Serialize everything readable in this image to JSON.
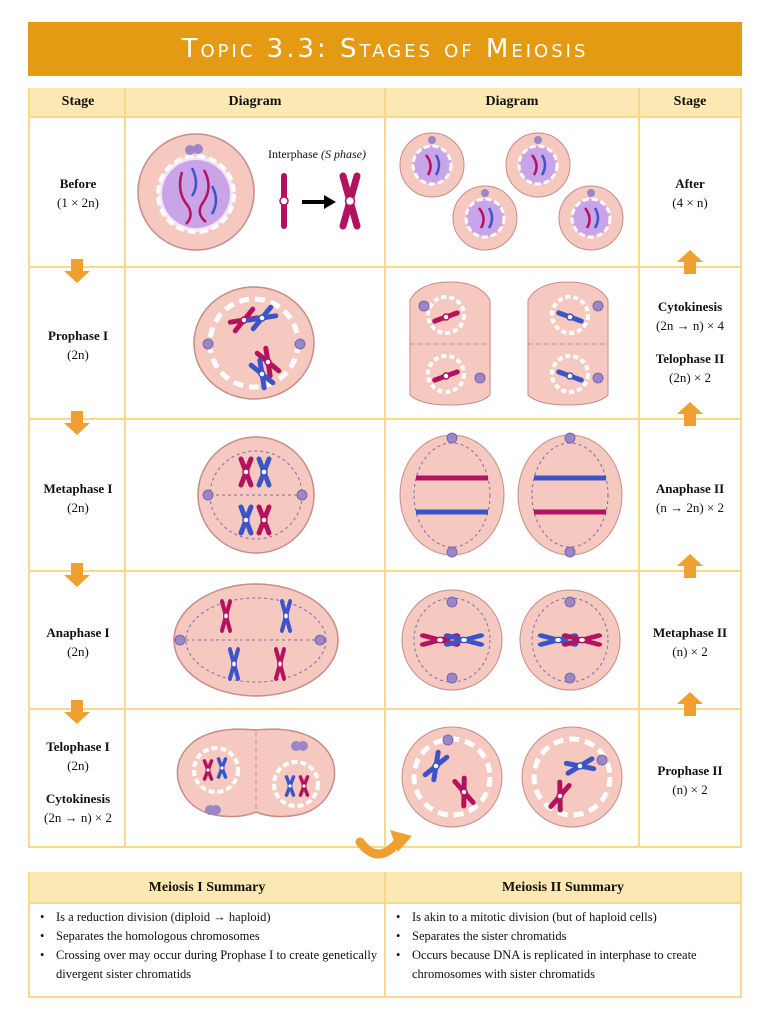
{
  "title": "Topic 3.3:  Stages of Meiosis",
  "headers": {
    "stage_left": "Stage",
    "diagram_left": "Diagram",
    "diagram_right": "Diagram",
    "stage_right": "Stage"
  },
  "interphase_label": "Interphase",
  "interphase_sub": "(S phase)",
  "left_stages": [
    {
      "name": "Before",
      "ploidy": "(1 × 2n)"
    },
    {
      "name": "Prophase I",
      "ploidy": "(2n)"
    },
    {
      "name": "Metaphase I",
      "ploidy": "(2n)"
    },
    {
      "name": "Anaphase I",
      "ploidy": "(2n)"
    },
    {
      "name": "Telophase I",
      "ploidy": "(2n)",
      "name2": "Cytokinesis",
      "ploidy2": "(2n → n) × 2"
    }
  ],
  "right_stages": [
    {
      "name": "After",
      "ploidy": "(4 × n)"
    },
    {
      "name": "Cytokinesis",
      "ploidy": "(2n → n) × 4",
      "name2": "Telophase II",
      "ploidy2": "(2n) × 2"
    },
    {
      "name": "Anaphase II",
      "ploidy": "(n → 2n) × 2"
    },
    {
      "name": "Metaphase II",
      "ploidy": "(n) × 2"
    },
    {
      "name": "Prophase II",
      "ploidy": "(n) × 2"
    }
  ],
  "summary": {
    "meiosis1_title": "Meiosis I Summary",
    "meiosis1_items": [
      "Is a reduction division (diploid → haploid)",
      "Separates the homologous chromosomes",
      "Crossing over may occur during Prophase I to create genetically divergent sister chromatids"
    ],
    "meiosis2_title": "Meiosis II Summary",
    "meiosis2_items": [
      "Is akin to a mitotic division (but of haploid cells)",
      "Separates the sister chromatids",
      "Occurs because DNA is replicated in interphase to create chromosomes with sister chromatids"
    ]
  },
  "colors": {
    "orange": "#E59A14",
    "cream": "#FCE8B2",
    "border": "#F6D98A",
    "cell_fill": "#F6C9C0",
    "cell_stroke": "#C98A8A",
    "magenta": "#B3125F",
    "blue": "#3B55C8",
    "centriole": "#9A86C9",
    "arrow": "#F0A030"
  }
}
